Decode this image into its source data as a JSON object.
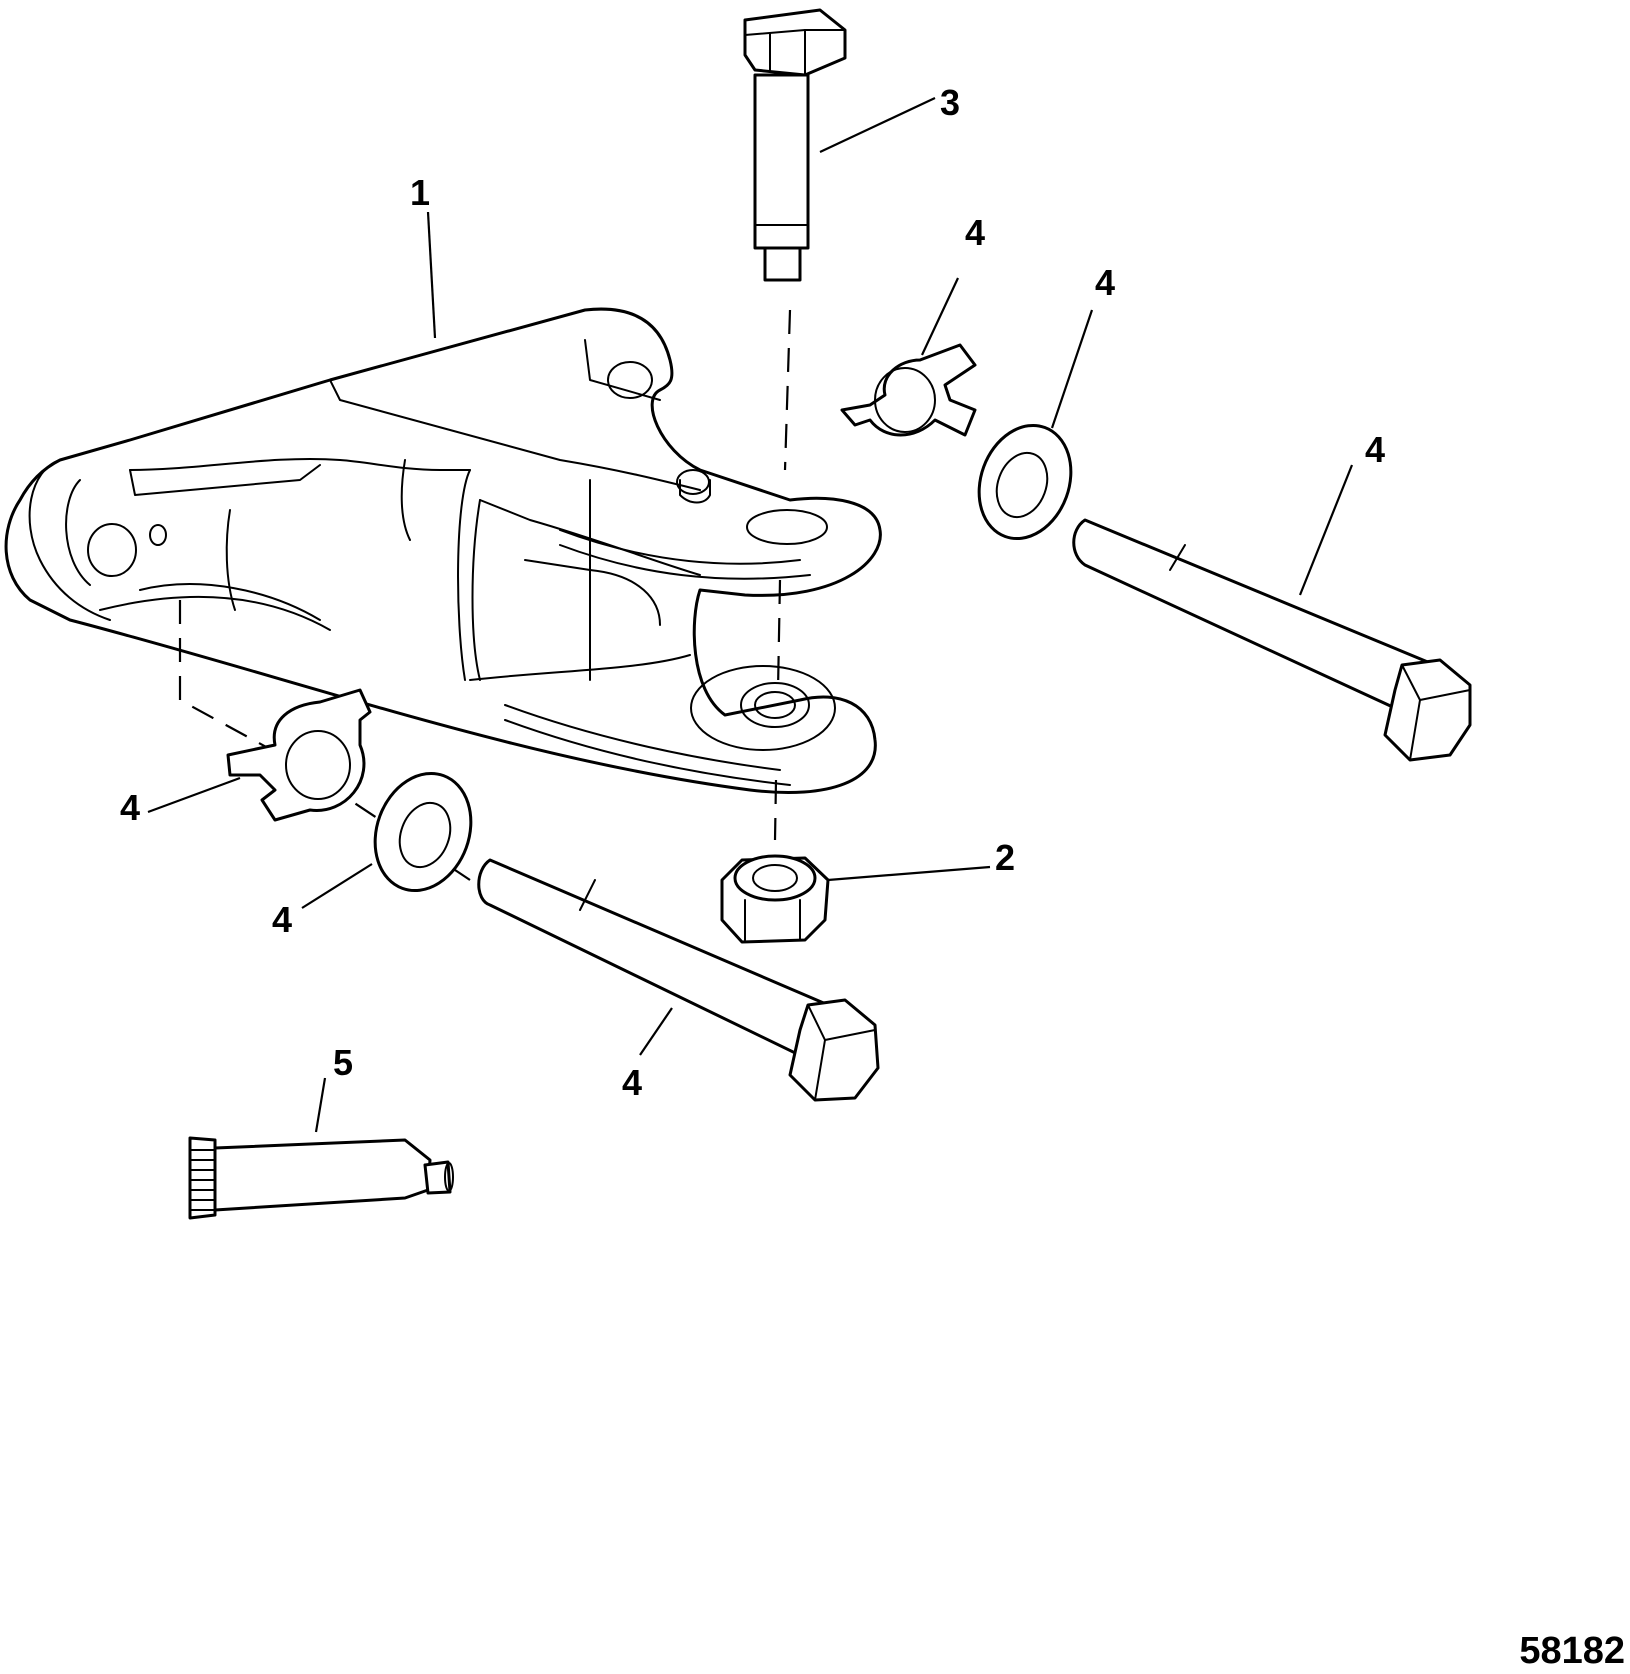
{
  "figure_id": "58182",
  "callouts": {
    "c1": "1",
    "c2": "2",
    "c3": "3",
    "c4a": "4",
    "c4b": "4",
    "c4c": "4",
    "c4d": "4",
    "c4e": "4",
    "c4f": "4",
    "c5": "5"
  }
}
